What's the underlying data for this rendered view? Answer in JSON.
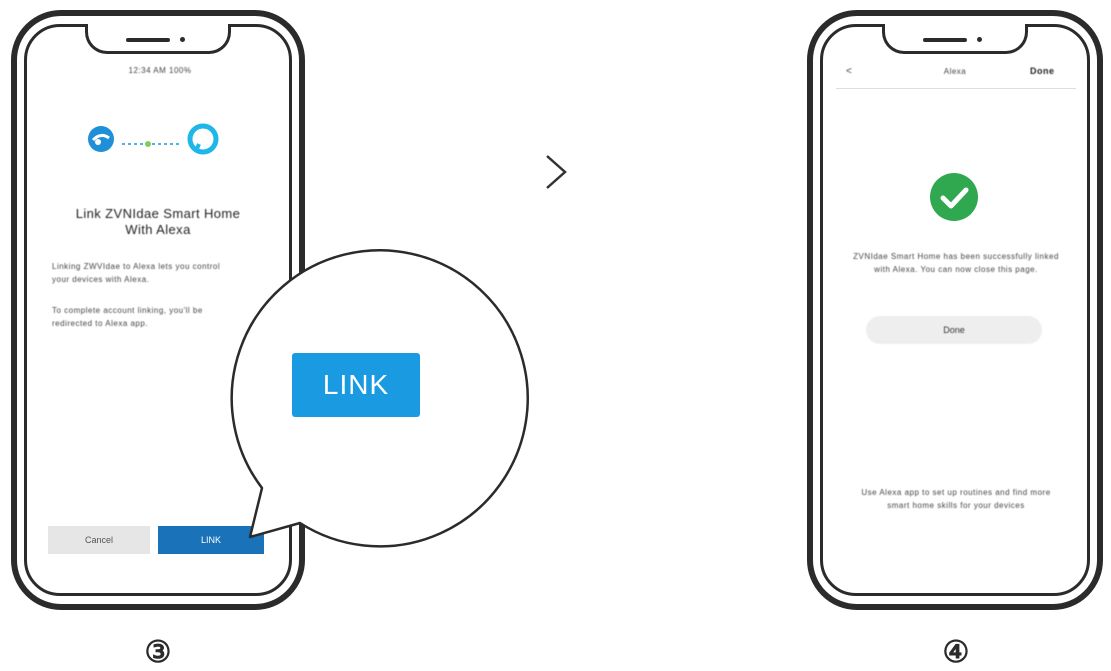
{
  "step3": {
    "status_time": "12:34 AM 100%",
    "title_line1": "Link ZVNIdae Smart Home",
    "title_line2": "With Alexa",
    "para1_line1": "Linking ZWVIdae to Alexa lets you control",
    "para1_line2": "your devices with Alexa.",
    "para2_line1": "To complete account linking, you'll be",
    "para2_line2": "redirected to Alexa app.",
    "cancel_label": "Cancel",
    "link_label_small": "LINK",
    "link_label_big": "LINK",
    "number": "③"
  },
  "step4": {
    "back_label": "<",
    "header_title": "Alexa",
    "header_action": "Done",
    "success_line1": "ZVNIdae Smart Home has been successfully linked",
    "success_line2": "with Alexa. You can now close this page.",
    "done_label": "Done",
    "footer_line1": "Use Alexa app to set up routines and find more",
    "footer_line2": "smart home skills for your devices",
    "number": "④"
  },
  "colors": {
    "link_blue": "#1a9ae0",
    "link_small_blue": "#1a73b8",
    "success_green": "#2fa84f",
    "outline": "#2b2b2b"
  },
  "icons": {
    "app_logo": "blue-globe-icon",
    "alexa_logo": "alexa-ring-icon",
    "success": "green-check-circle-icon",
    "next": "chevron-right-icon"
  }
}
